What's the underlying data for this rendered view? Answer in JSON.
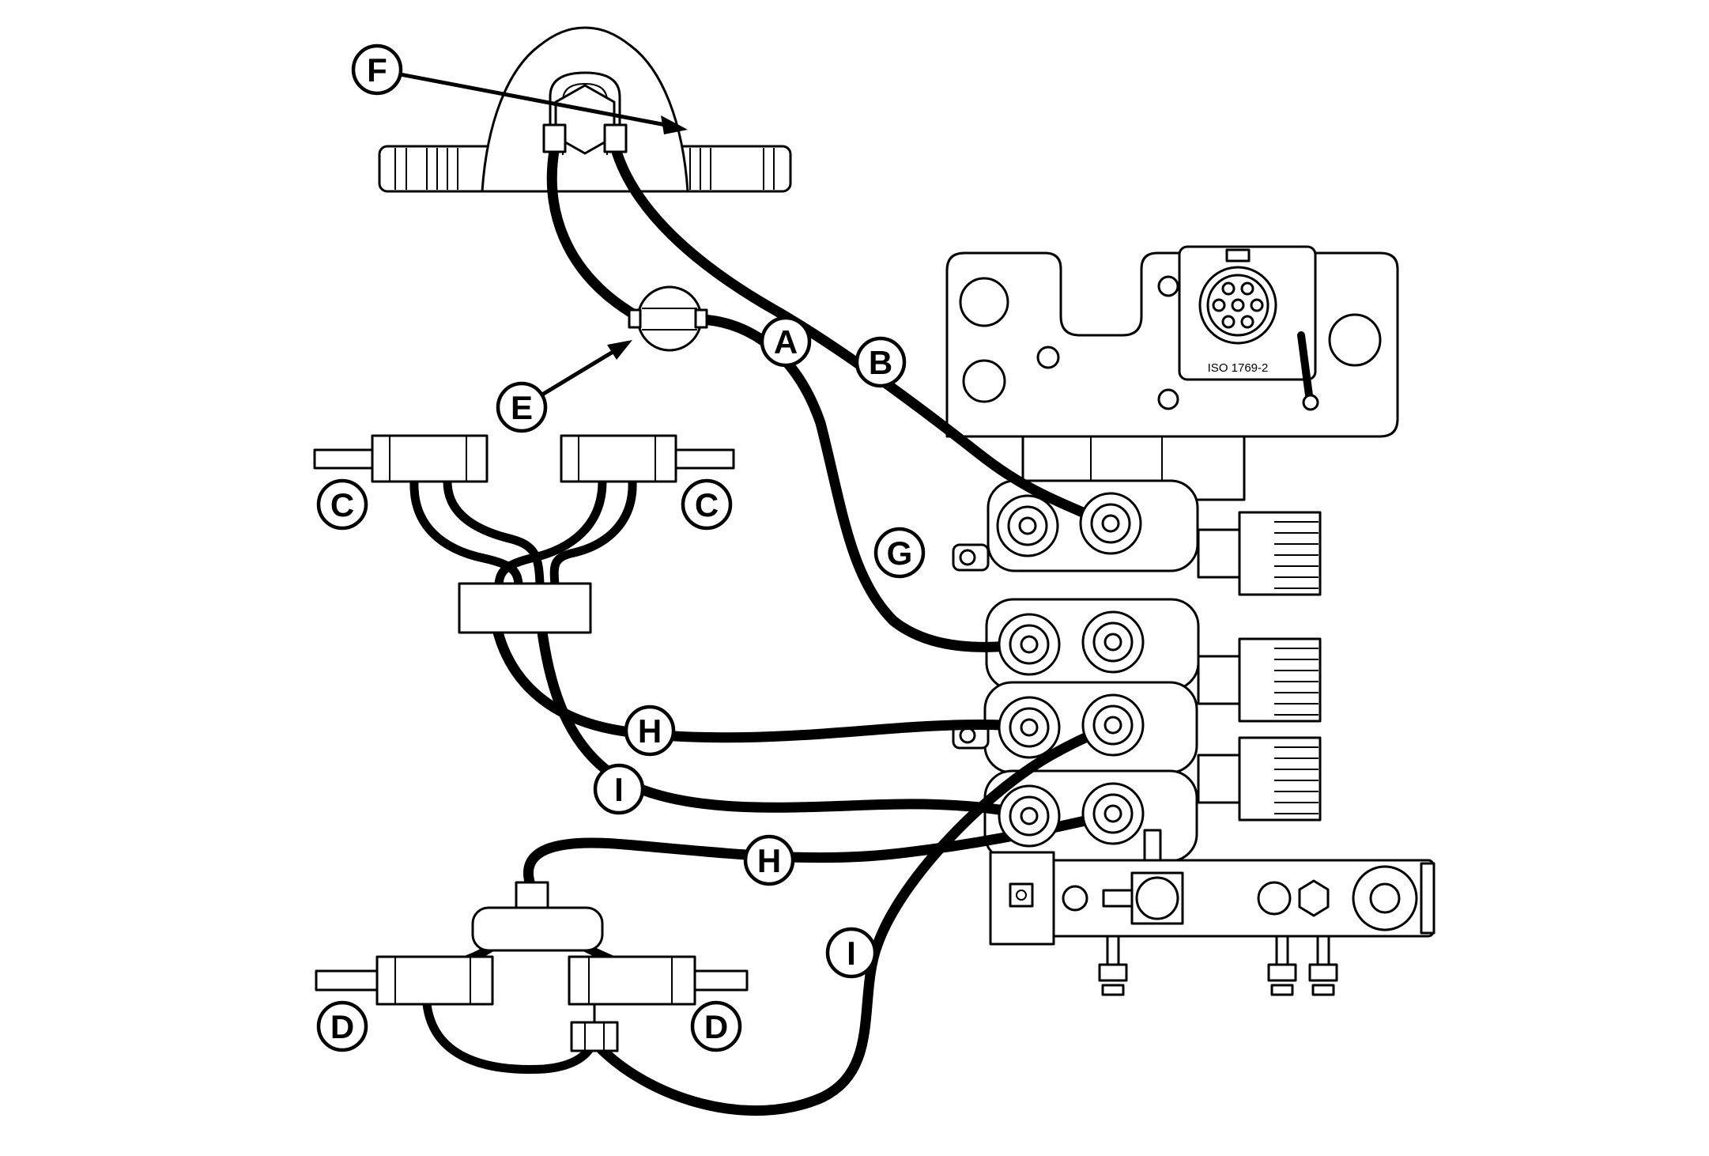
{
  "colors": {
    "ink": "#000000",
    "background": "#ffffff"
  },
  "callouts": {
    "F": "F",
    "E": "E",
    "A": "A",
    "B": "B",
    "C1": "C",
    "C2": "C",
    "G": "G",
    "H1": "H",
    "I1": "I",
    "H2": "H",
    "I2": "I",
    "D1": "D",
    "D2": "D"
  },
  "labels": {
    "valve_plate_text": "ISO 1769-2"
  }
}
